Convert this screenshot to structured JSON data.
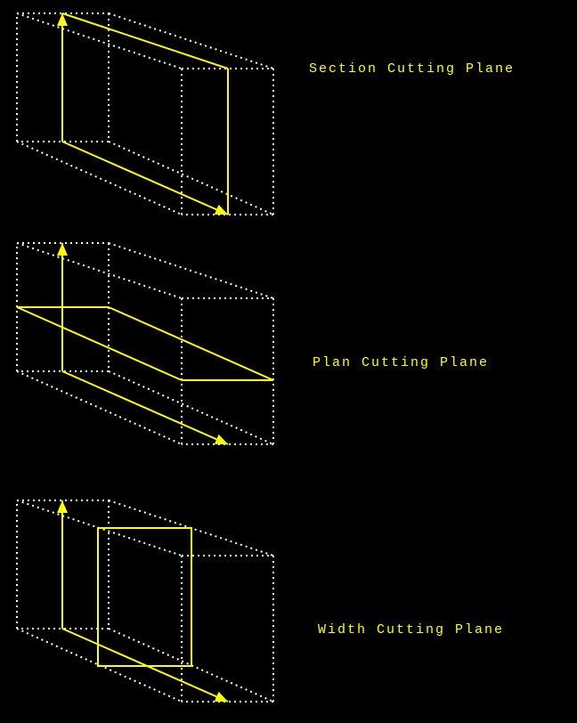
{
  "colors": {
    "background": "#000000",
    "box": "#ffffff",
    "plane": "#ffff00"
  },
  "diagrams": [
    {
      "label": "Section Cutting Plane",
      "plane_type": "section"
    },
    {
      "label": "Plan Cutting Plane",
      "plane_type": "plan"
    },
    {
      "label": "Width Cutting Plane",
      "plane_type": "width"
    }
  ]
}
